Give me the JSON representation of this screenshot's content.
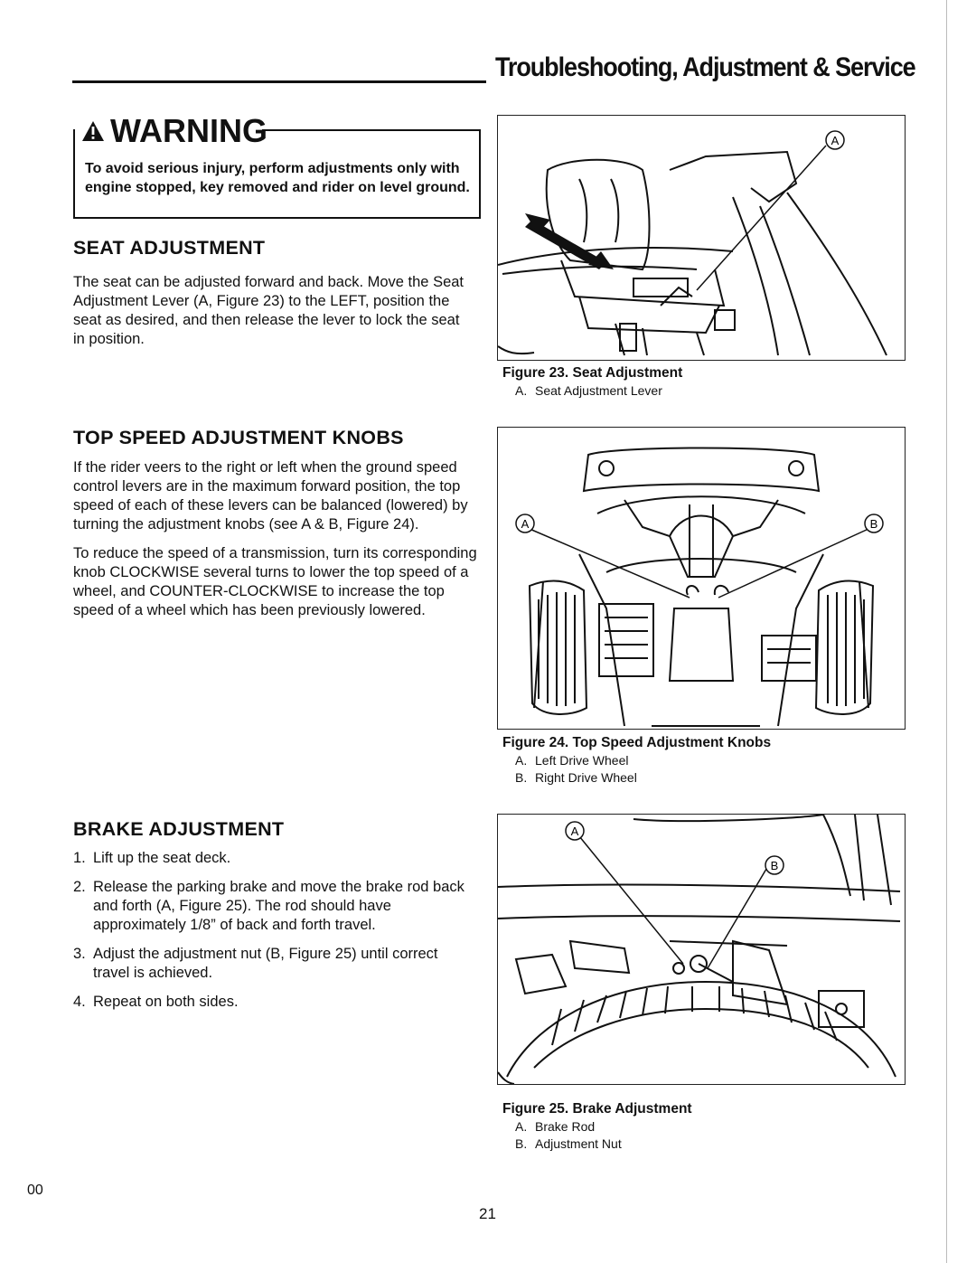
{
  "header": {
    "title": "Troubleshooting, Adjustment & Service"
  },
  "warning": {
    "title": "WARNING",
    "text": "To avoid serious injury, perform adjustments only with engine stopped, key removed and rider on level ground."
  },
  "seat": {
    "heading": "SEAT ADJUSTMENT",
    "body": "The seat can be adjusted forward and back. Move the Seat Adjustment Lever (A, Figure 23) to the LEFT, position the seat as desired, and then release the lever to lock the seat in position."
  },
  "topspeed": {
    "heading": "TOP SPEED ADJUSTMENT KNOBS",
    "p1": "If the rider veers to the right or left when the ground speed control levers are in the maximum forward position, the top speed of each of these levers can be balanced (lowered) by turning the adjustment knobs (see A & B, Figure 24).",
    "p2": "To reduce the speed of a transmission, turn its corresponding knob CLOCKWISE several turns to lower the top speed of a wheel, and COUNTER-CLOCKWISE to increase the top speed of a wheel which has been previously lowered."
  },
  "brake": {
    "heading": "BRAKE ADJUSTMENT",
    "steps": [
      {
        "n": "1.",
        "text": "Lift up the seat deck."
      },
      {
        "n": "2.",
        "text": "Release the parking brake and move the brake rod back and forth (A, Figure 25). The rod should have approximately 1/8” of back and forth travel."
      },
      {
        "n": "3.",
        "text": "Adjust the adjustment nut (B, Figure 25) until correct travel is achieved."
      },
      {
        "n": "4.",
        "text": "Repeat on both sides."
      }
    ]
  },
  "fig23": {
    "caption": "Figure 23. Seat Adjustment",
    "callouts": [
      "A"
    ],
    "items": [
      {
        "k": "A.",
        "v": "Seat Adjustment Lever"
      }
    ]
  },
  "fig24": {
    "caption": "Figure 24. Top Speed Adjustment Knobs",
    "callouts": [
      "A",
      "B"
    ],
    "items": [
      {
        "k": "A.",
        "v": "Left Drive Wheel"
      },
      {
        "k": "B.",
        "v": "Right Drive Wheel"
      }
    ]
  },
  "fig25": {
    "caption": "Figure 25. Brake Adjustment",
    "callouts": [
      "A",
      "B"
    ],
    "items": [
      {
        "k": "A.",
        "v": "Brake Rod"
      },
      {
        "k": "B.",
        "v": "Adjustment Nut"
      }
    ]
  },
  "footer": {
    "page_number": "21",
    "corner_code": "00"
  }
}
